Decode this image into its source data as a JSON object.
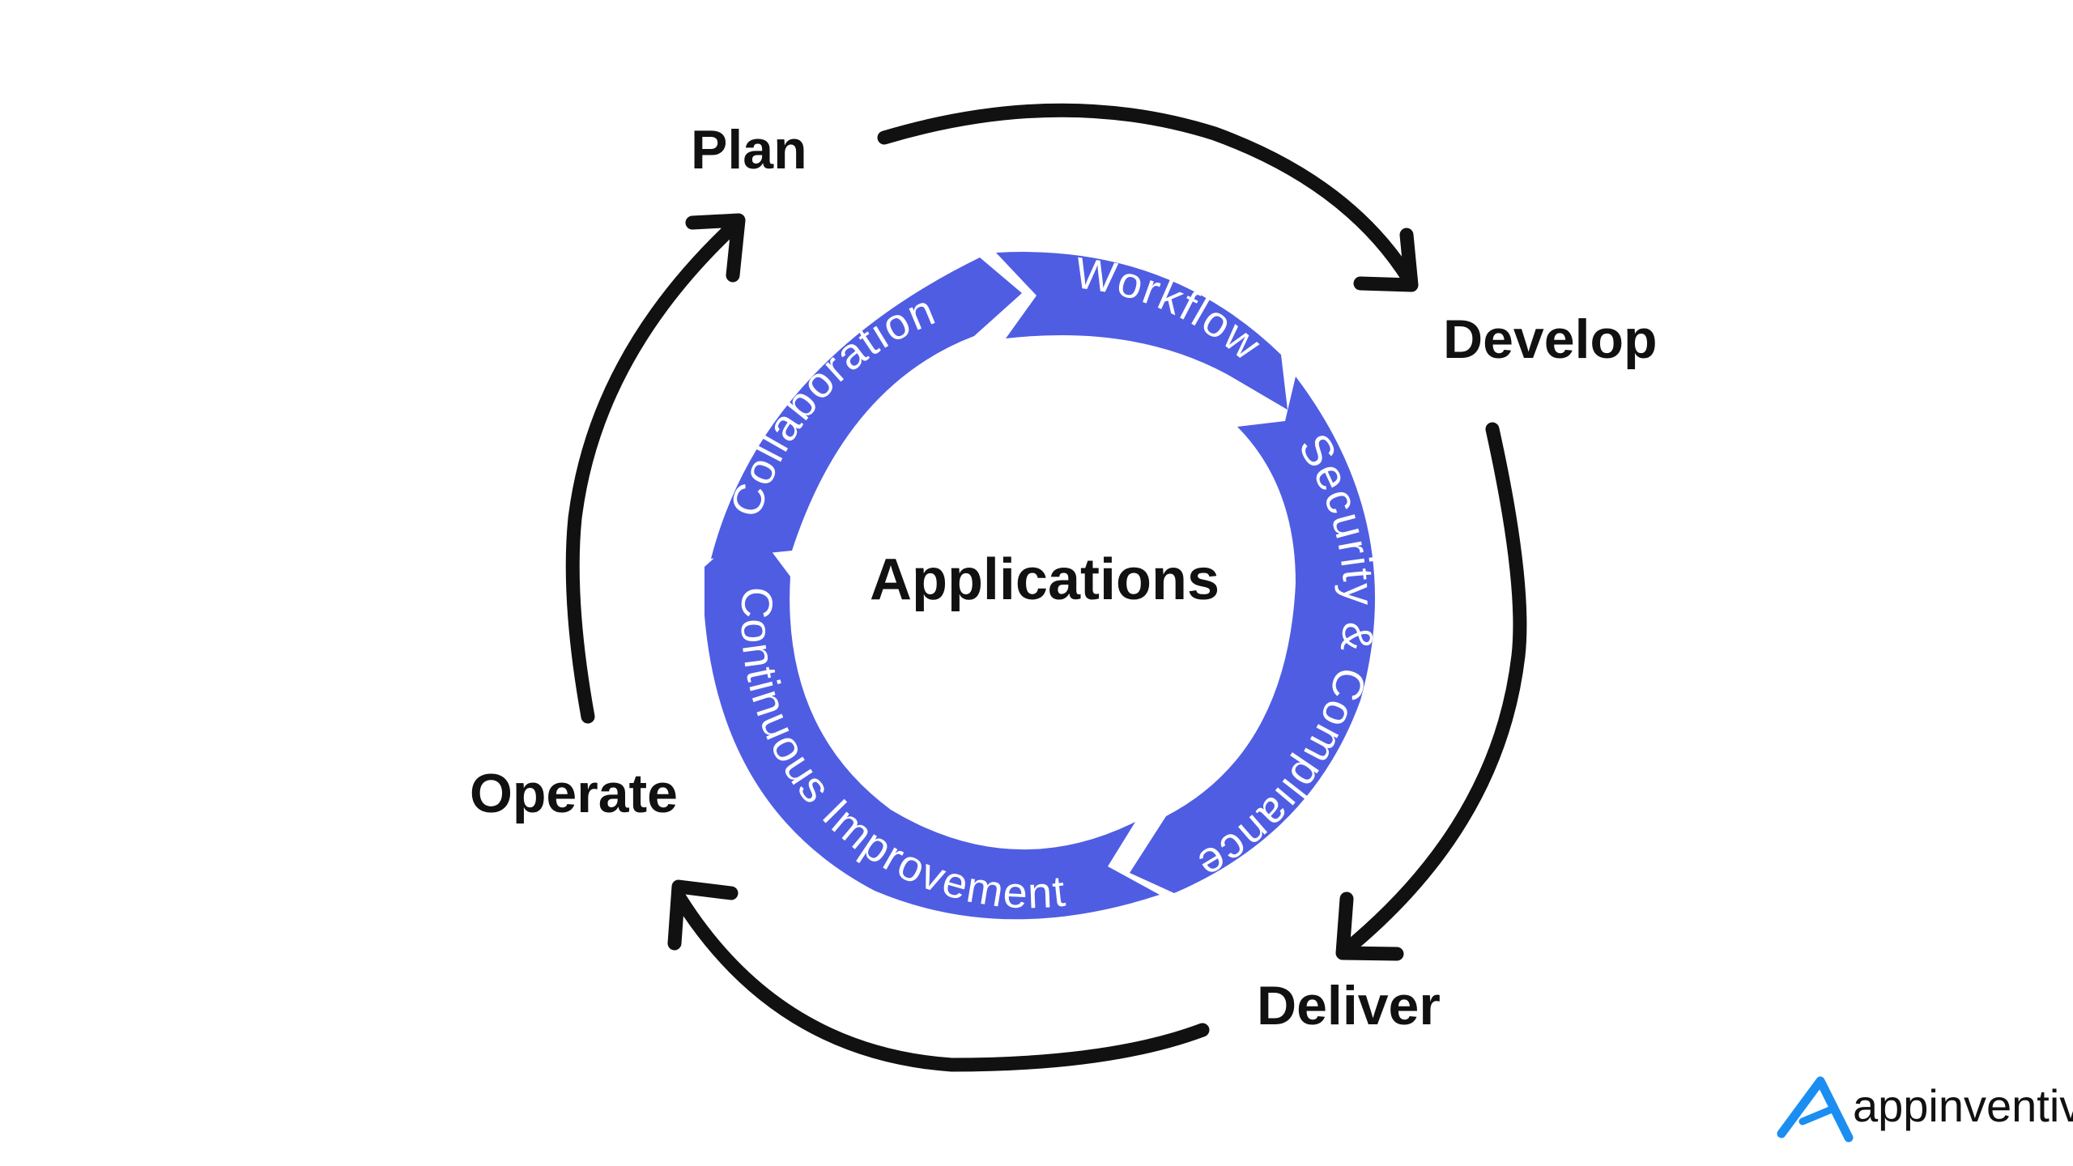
{
  "center": {
    "label": "Applications"
  },
  "stages": {
    "plan": "Plan",
    "develop": "Develop",
    "deliver": "Deliver",
    "operate": "Operate"
  },
  "ring": {
    "color": "#4f5de3",
    "segments": {
      "collaboration": "Collaboration",
      "workflow": "Workflow",
      "security": "Security & Compliance",
      "improvement": "Continuous Improvement"
    }
  },
  "logo": {
    "text": "appinventiv",
    "accent_color": "#1b8ef2"
  }
}
